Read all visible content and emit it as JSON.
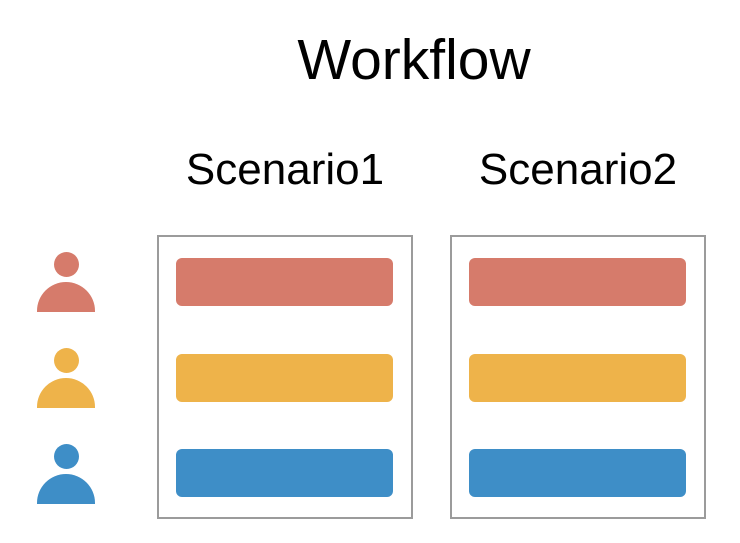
{
  "title": "Workflow",
  "scenarios": [
    {
      "label": "Scenario1"
    },
    {
      "label": "Scenario2"
    }
  ],
  "actors": [
    {
      "icon": "person-icon",
      "color": "#D67B6B"
    },
    {
      "icon": "person-icon",
      "color": "#EEB34A"
    },
    {
      "icon": "person-icon",
      "color": "#3E8EC7"
    }
  ],
  "colors": {
    "box_border": "#9B9B9B",
    "text": "#000000",
    "background": "#FFFFFF"
  }
}
